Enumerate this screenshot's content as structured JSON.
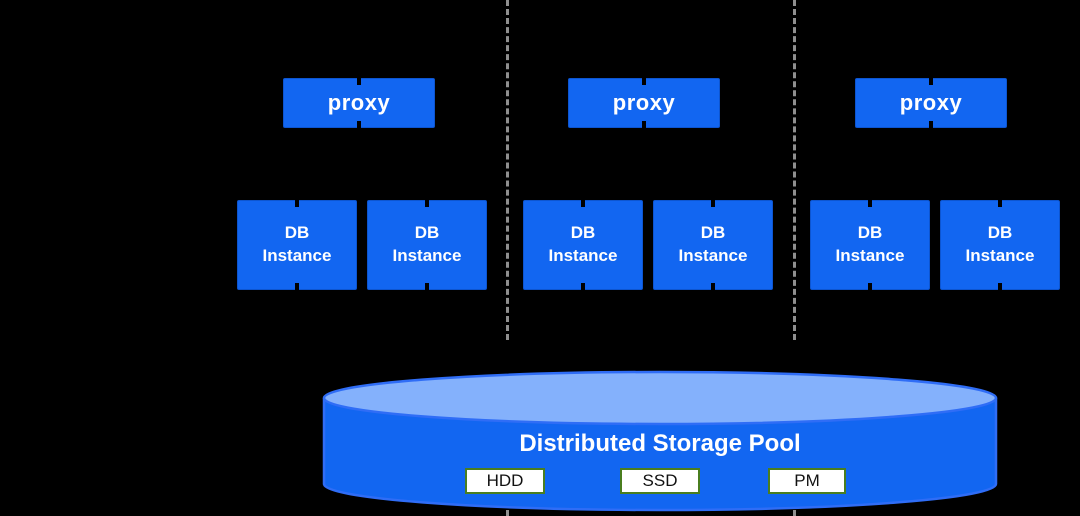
{
  "colors": {
    "background": "#000000",
    "node_blue": "#1266f1",
    "cylinder_top": "#84b1fc",
    "cylinder_body": "#1266f1",
    "cylinder_outline": "#2f6df6",
    "dashed_line": "#8f8f8f",
    "media_border": "#4a7e1f"
  },
  "columns": [
    {
      "proxy": "proxy",
      "db": [
        "DB Instance",
        "DB Instance"
      ]
    },
    {
      "proxy": "proxy",
      "db": [
        "DB Instance",
        "DB Instance"
      ]
    },
    {
      "proxy": "proxy",
      "db": [
        "DB Instance",
        "DB Instance"
      ]
    }
  ],
  "storage": {
    "title": "Distributed Storage Pool",
    "media": [
      "HDD",
      "SSD",
      "PM"
    ]
  }
}
